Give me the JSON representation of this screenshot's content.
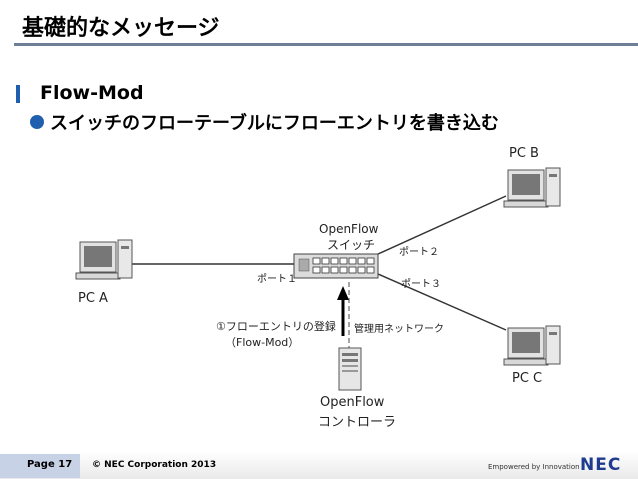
{
  "slide": {
    "title": "基礎的なメッセージ"
  },
  "section": {
    "title": "Flow-Mod",
    "bullet": "スイッチのフローテーブルにフローエントリを書き込む"
  },
  "diagram": {
    "pc_a": "PC A",
    "pc_b": "PC B",
    "pc_c": "PC C",
    "switch_line1": "OpenFlow",
    "switch_line2": "スイッチ",
    "port1": "ポート１",
    "port2": "ポート２",
    "port3": "ポート３",
    "controller_line1": "OpenFlow",
    "controller_line2": "コントローラ",
    "mgmt_network": "管理用ネットワーク",
    "message_line1": "①フローエントリの登録",
    "message_line2": "（Flow-Mod）"
  },
  "footer": {
    "page": "Page 17",
    "copyright": "© NEC Corporation 2013",
    "tagline": "Empowered by Innovation",
    "logo": "NEC"
  },
  "colors": {
    "accent": "#1f5fae",
    "rule": "#6f7f95",
    "logo": "#1f3b8f"
  }
}
